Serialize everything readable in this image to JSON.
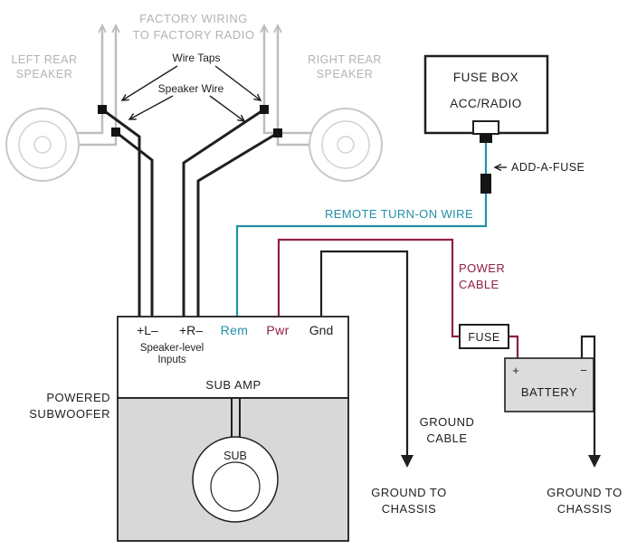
{
  "colors": {
    "factory_gray": "#bdbdbd",
    "wire_black": "#1f1f1f",
    "remote_teal": "#2191a8",
    "power_maroon": "#8e2041",
    "enclosure_gray": "#d8d8d8",
    "battery_gray": "#dcdcdc"
  },
  "factory": {
    "line1": "FACTORY WIRING",
    "line2": "TO FACTORY RADIO"
  },
  "speakers": {
    "left": {
      "line1": "LEFT REAR",
      "line2": "SPEAKER"
    },
    "right": {
      "line1": "RIGHT REAR",
      "line2": "SPEAKER"
    }
  },
  "annotations": {
    "wire_taps": "Wire Taps",
    "speaker_wire": "Speaker Wire",
    "add_a_fuse": "ADD-A-FUSE",
    "remote": "REMOTE TURN-ON WIRE",
    "power_line1": "POWER",
    "power_line2": "CABLE",
    "ground_cable_line1": "GROUND",
    "ground_cable_line2": "CABLE",
    "ground_chassis_line1": "GROUND TO",
    "ground_chassis_line2": "CHASSIS"
  },
  "fuse_box": {
    "title": "FUSE BOX",
    "terminal": "ACC/RADIO"
  },
  "fuse": {
    "label": "FUSE"
  },
  "battery": {
    "label": "BATTERY",
    "plus": "+",
    "minus": "−"
  },
  "amp": {
    "terminal_left": "+L–",
    "terminal_right": "+R–",
    "terminal_rem": "Rem",
    "terminal_pwr": "Pwr",
    "terminal_gnd": "Gnd",
    "inputs_line1": "Speaker-level",
    "inputs_line2": "Inputs",
    "name": "SUB AMP"
  },
  "subwoofer": {
    "line1": "POWERED",
    "line2": "SUBWOOFER",
    "sub_label": "SUB"
  }
}
